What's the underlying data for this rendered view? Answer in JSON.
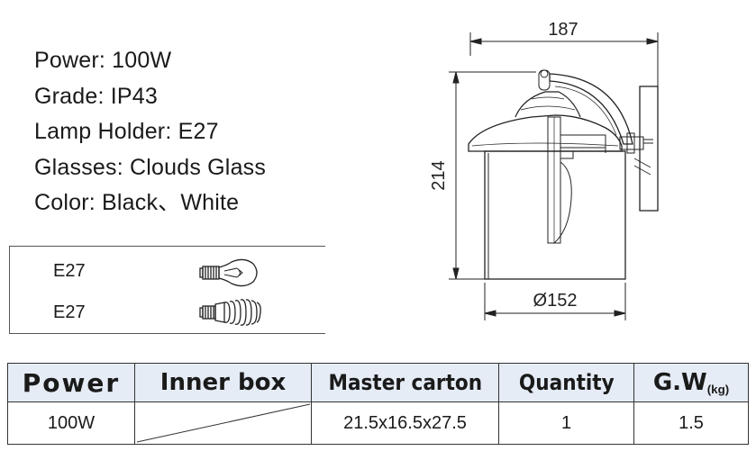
{
  "specs": {
    "power": "Power: 100W",
    "grade": "Grade: IP43",
    "lamp_holder": "Lamp Holder: E27",
    "glasses": "Glasses: Clouds Glass",
    "color": "Color: Black、White"
  },
  "bulbs": [
    {
      "socket": "E27",
      "icon": "incandescent-bulb-icon"
    },
    {
      "socket": "E27",
      "icon": "spiral-cfl-bulb-icon"
    }
  ],
  "drawing": {
    "width_dim": "187",
    "height_dim": "214",
    "diameter_dim": "Ø152"
  },
  "table": {
    "headers": {
      "power": "Power",
      "inner_box": "Inner box",
      "master_carton": "Master carton",
      "quantity": "Quantity",
      "gw": "G.W",
      "gw_unit": "(kg)"
    },
    "row": {
      "power": "100W",
      "inner_box": "",
      "master_carton": "21.5x16.5x27.5",
      "quantity": "1",
      "gw": "1.5"
    }
  }
}
